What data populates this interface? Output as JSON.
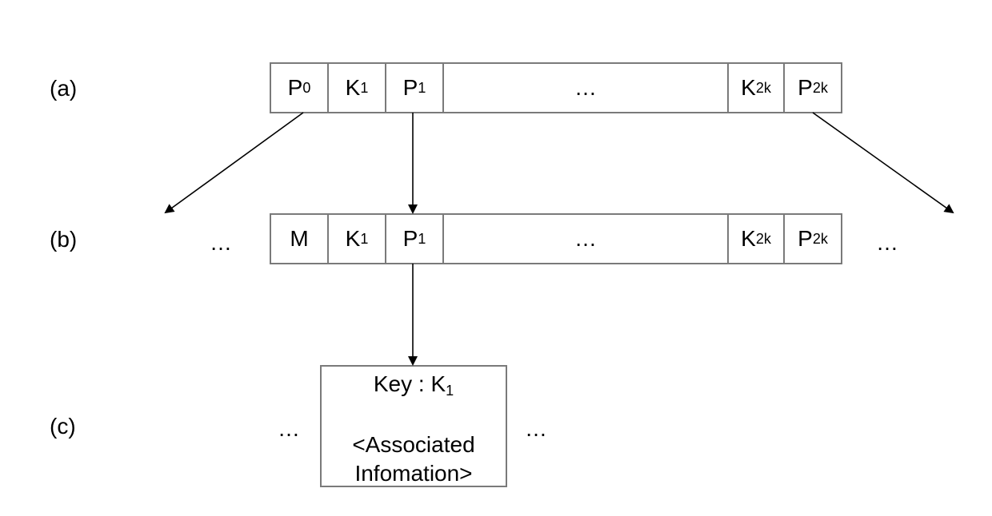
{
  "labels": {
    "a": "(a)",
    "b": "(b)",
    "c": "(c)"
  },
  "node_a": {
    "cells": [
      {
        "main": "P",
        "sub": "0"
      },
      {
        "main": "K",
        "sub": "1"
      },
      {
        "main": "P",
        "sub": "1"
      },
      {
        "main": "…",
        "sub": ""
      },
      {
        "main": "K",
        "sub": "2k"
      },
      {
        "main": "P",
        "sub": "2k"
      }
    ]
  },
  "node_b": {
    "left_ellipsis": "…",
    "right_ellipsis": "…",
    "cells": [
      {
        "main": "M",
        "sub": ""
      },
      {
        "main": "K",
        "sub": "1"
      },
      {
        "main": "P",
        "sub": "1"
      },
      {
        "main": "…",
        "sub": ""
      },
      {
        "main": "K",
        "sub": "2k"
      },
      {
        "main": "P",
        "sub": "2k"
      }
    ]
  },
  "record_c": {
    "left_ellipsis": "…",
    "right_ellipsis": "…",
    "key_prefix": "Key : K",
    "key_sub": "1",
    "info_line1": "<Associated",
    "info_line2": "Infomation>"
  },
  "colors": {
    "border": "#7a7a7a",
    "arrow": "#000000"
  }
}
